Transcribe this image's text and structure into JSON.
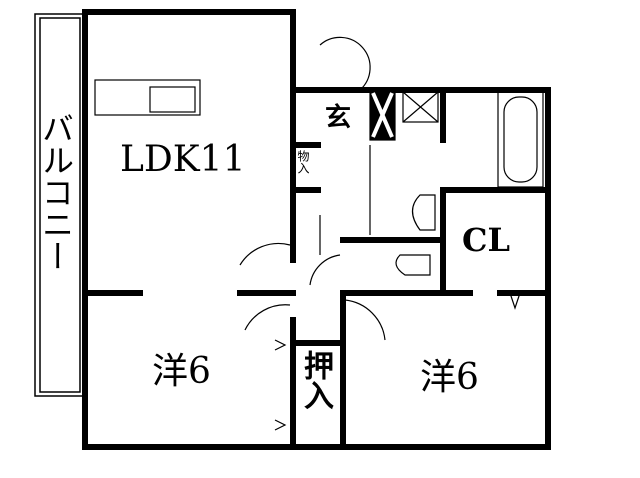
{
  "plan": {
    "balcony": "バルコニー",
    "ldk": "LDK11",
    "entrance": "玄",
    "storage_small": "物入",
    "closet": "CL",
    "room_west": "洋6",
    "room_east": "洋6",
    "oshiire": "押入"
  }
}
